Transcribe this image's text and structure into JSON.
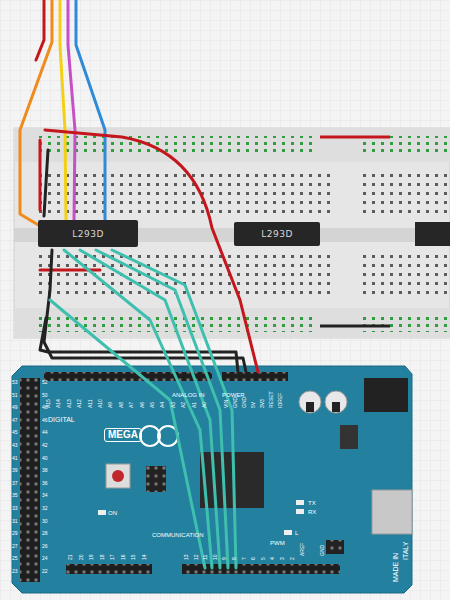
{
  "diagram": {
    "nodes": [
      {
        "text": [
          "L293D"
        ]
      },
      {
        "text": [
          "L293D"
        ]
      }
    ],
    "labels": [
      "MEGA",
      "DIGITAL",
      "COMMUNICATION",
      "ANALOG IN",
      "POWER",
      "PWM",
      "ON",
      "TX",
      "RX",
      "L",
      "AREF",
      "GND",
      "MADE IN",
      "ITALY",
      "VIN",
      "GND",
      "GND",
      "5V",
      "3V3",
      "RESET",
      "IOREF",
      "A15",
      "A14",
      "A13",
      "A12",
      "A11",
      "A10",
      "A9",
      "A8",
      "A7",
      "A6",
      "A5",
      "A4",
      "A3",
      "A2",
      "A1",
      "A0",
      "21",
      "20",
      "19",
      "18",
      "17",
      "16",
      "15",
      "14",
      "13",
      "12",
      "11",
      "10",
      "9",
      "8",
      "7",
      "6",
      "5",
      "4",
      "3",
      "2",
      "53",
      "51",
      "49",
      "47",
      "45",
      "43",
      "41",
      "39",
      "37",
      "35",
      "33",
      "31",
      "29",
      "27",
      "25",
      "23",
      "52",
      "50",
      "48",
      "46",
      "44",
      "42",
      "40",
      "38",
      "36",
      "34",
      "32",
      "30",
      "28",
      "26",
      "24",
      "22"
    ]
  }
}
